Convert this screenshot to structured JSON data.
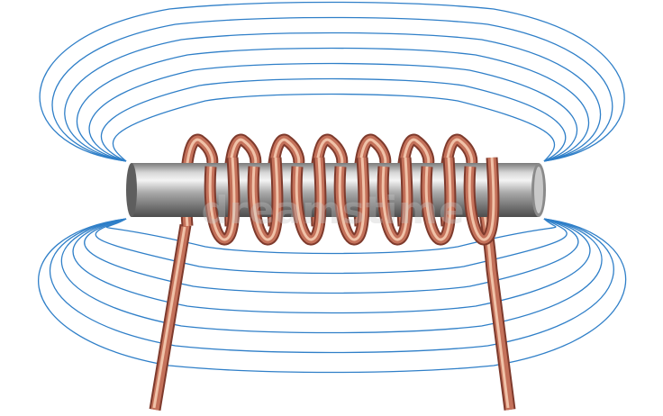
{
  "diagram": {
    "subject": "electromagnet",
    "components": [
      "iron-core",
      "copper-coil",
      "magnetic-field-lines"
    ],
    "coil_turns": 7,
    "field_loops_per_side": 7
  },
  "watermark": {
    "text": "dreamstime"
  },
  "colors": {
    "field_line": "#2f7fc8",
    "core_light": "#e9e9e9",
    "core_mid": "#a9a9a9",
    "core_dark": "#5e5e5e",
    "copper_light": "#f2c1a5",
    "copper_mid": "#c4715a",
    "copper_dark": "#7e3a2c",
    "background": "#ffffff"
  }
}
